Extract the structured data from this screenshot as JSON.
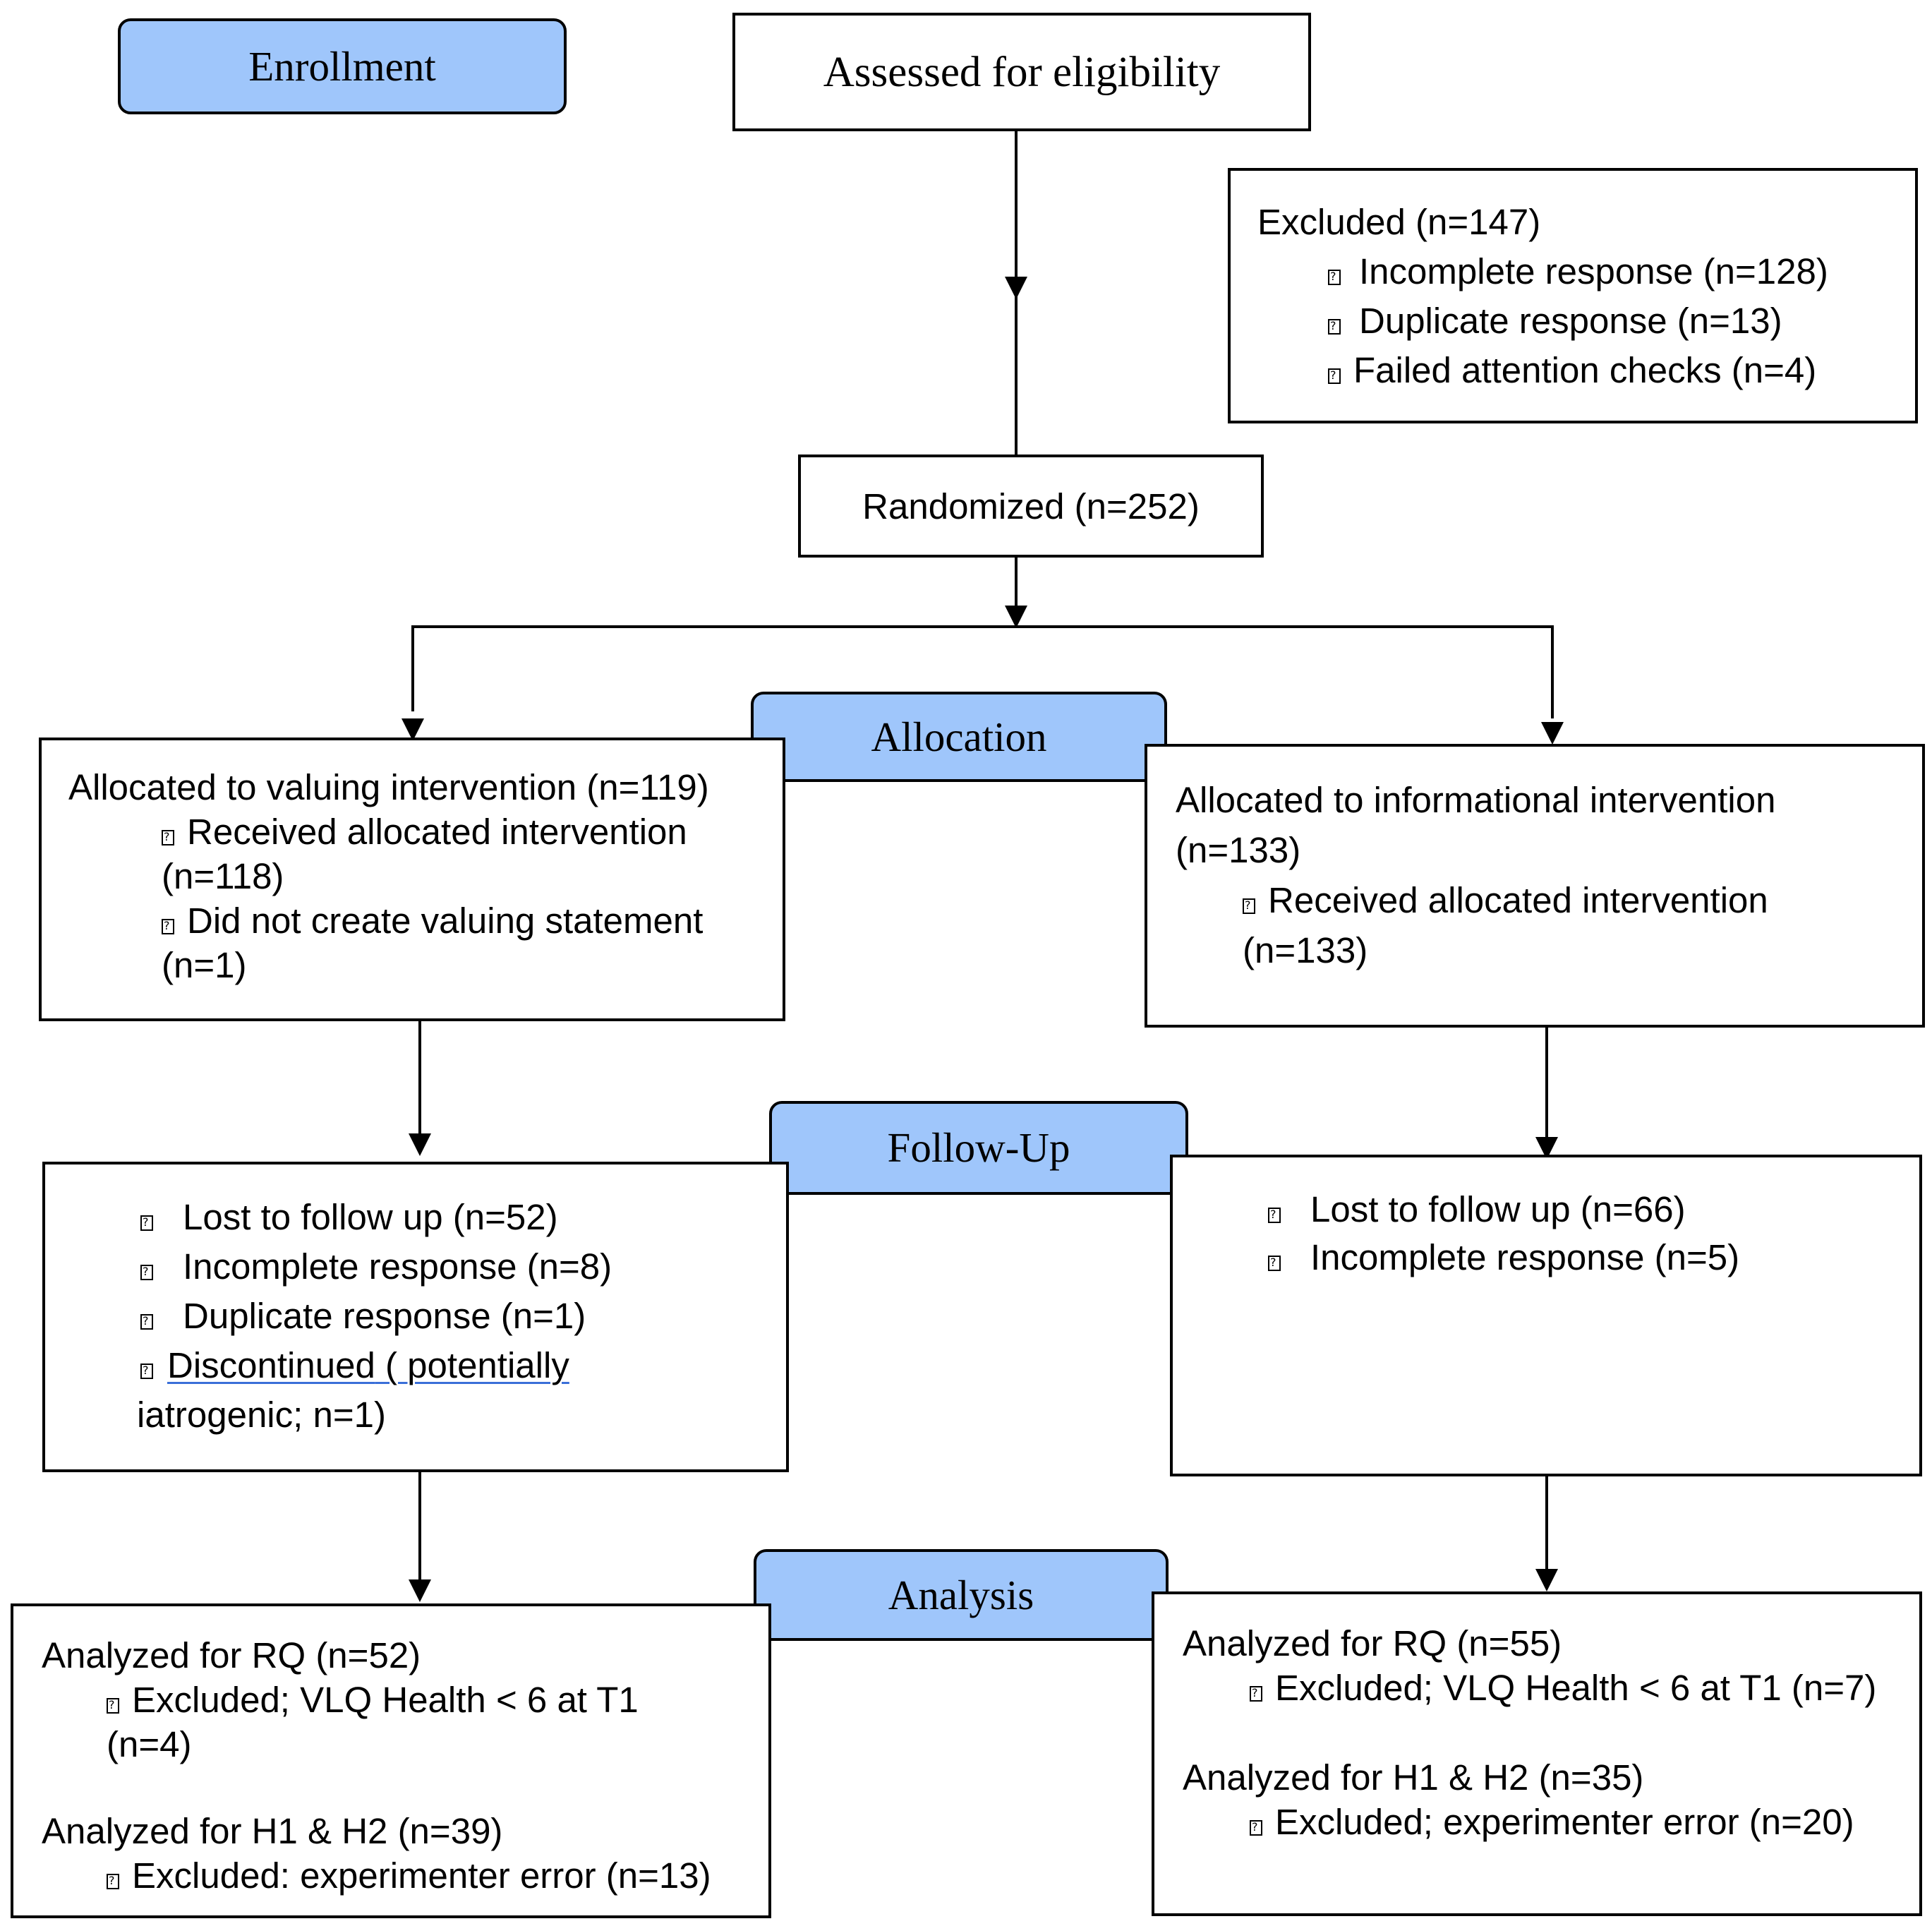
{
  "phases": {
    "enrollment": "Enrollment",
    "allocation": "Allocation",
    "follow_up": "Follow-Up",
    "analysis": "Analysis"
  },
  "assessed": "Assessed for eligibility",
  "excluded": {
    "title": "Excluded (n=147)",
    "items": [
      "Incomplete response (n=128)",
      "Duplicate response (n=13)",
      "Failed attention checks (n=4)"
    ]
  },
  "randomized": "Randomized (n=252)",
  "allocated_left": {
    "title": "Allocated to valuing intervention (n=119)",
    "items": [
      {
        "line1": "Received allocated intervention",
        "line2": "(n=118)"
      },
      {
        "line1": "Did not create valuing statement",
        "line2": "(n=1)"
      }
    ]
  },
  "allocated_right": {
    "title_line1": "Allocated to informational intervention",
    "title_line2": "(n=133)",
    "items": [
      {
        "line1": "Received allocated intervention",
        "line2": "(n=133)"
      }
    ]
  },
  "followup_left": {
    "items": [
      "Lost to follow up (n=52)",
      "Incomplete response (n=8)",
      "Duplicate response (n=1)"
    ],
    "discontinued_a": "Discontinued",
    "discontinued_b": "( potentially",
    "discontinued_line2": "iatrogenic; n=1)"
  },
  "followup_right": {
    "items": [
      "Lost to follow up (n=66)",
      "Incomplete response (n=5)"
    ]
  },
  "analysis_left": {
    "rq_title": "Analyzed for RQ (n=52)",
    "rq_item_line1": "Excluded; VLQ Health < 6 at T1",
    "rq_item_line2": "(n=4)",
    "h_title": "Analyzed for H1 & H2 (n=39)",
    "h_item": "Excluded: experimenter error (n=13)"
  },
  "analysis_right": {
    "rq_title": "Analyzed for RQ (n=55)",
    "rq_item": "Excluded; VLQ Health < 6 at T1 (n=7)",
    "h_title": "Analyzed for H1 & H2 (n=35)",
    "h_item": "Excluded; experimenter error (n=20)"
  }
}
